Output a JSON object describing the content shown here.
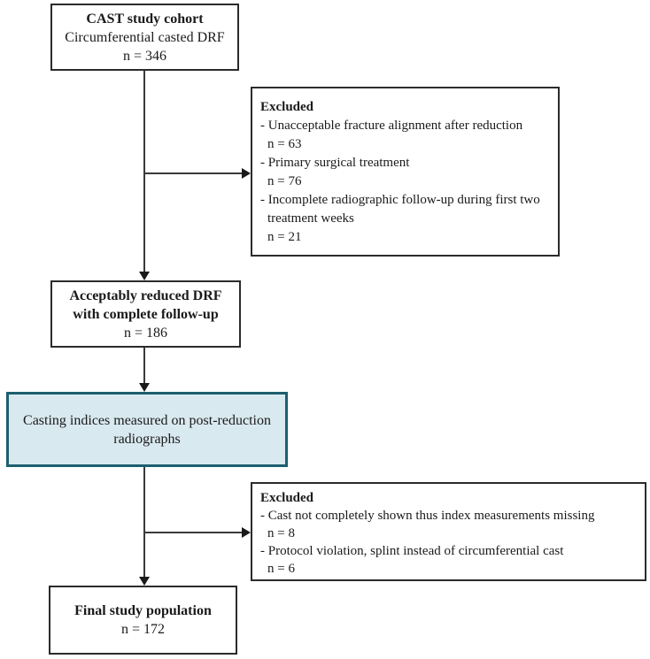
{
  "colors": {
    "casting_box_fill": "#d9e9f0",
    "casting_box_border": "#1d5f6e",
    "line_color": "#3a3a3a",
    "box_border": "#2b2b2b"
  },
  "flowchart": {
    "cohort": {
      "title": "CAST study cohort",
      "subtitle": "Circumferential casted DRF",
      "count": "n = 346"
    },
    "excluded1": {
      "heading": "Excluded",
      "items": [
        {
          "reason": "- Unacceptable fracture alignment after reduction",
          "count": "n = 63"
        },
        {
          "reason": "- Primary surgical treatment",
          "count": "n = 76"
        },
        {
          "reason": "- Incomplete radiographic follow-up during first two treatment weeks",
          "count": "n = 21"
        }
      ]
    },
    "reduced": {
      "title_line1": "Acceptably reduced DRF",
      "title_line2": "with complete follow-up",
      "count": "n = 186"
    },
    "casting": {
      "line1": "Casting indices measured on post-reduction",
      "line2": "radiographs"
    },
    "excluded2": {
      "heading": "Excluded",
      "items": [
        {
          "reason": "- Cast not completely shown thus index measurements missing",
          "count": "n = 8"
        },
        {
          "reason": "- Protocol violation, splint instead of circumferential cast",
          "count": "n = 6"
        }
      ]
    },
    "final": {
      "title": "Final study population",
      "count": "n = 172"
    }
  }
}
